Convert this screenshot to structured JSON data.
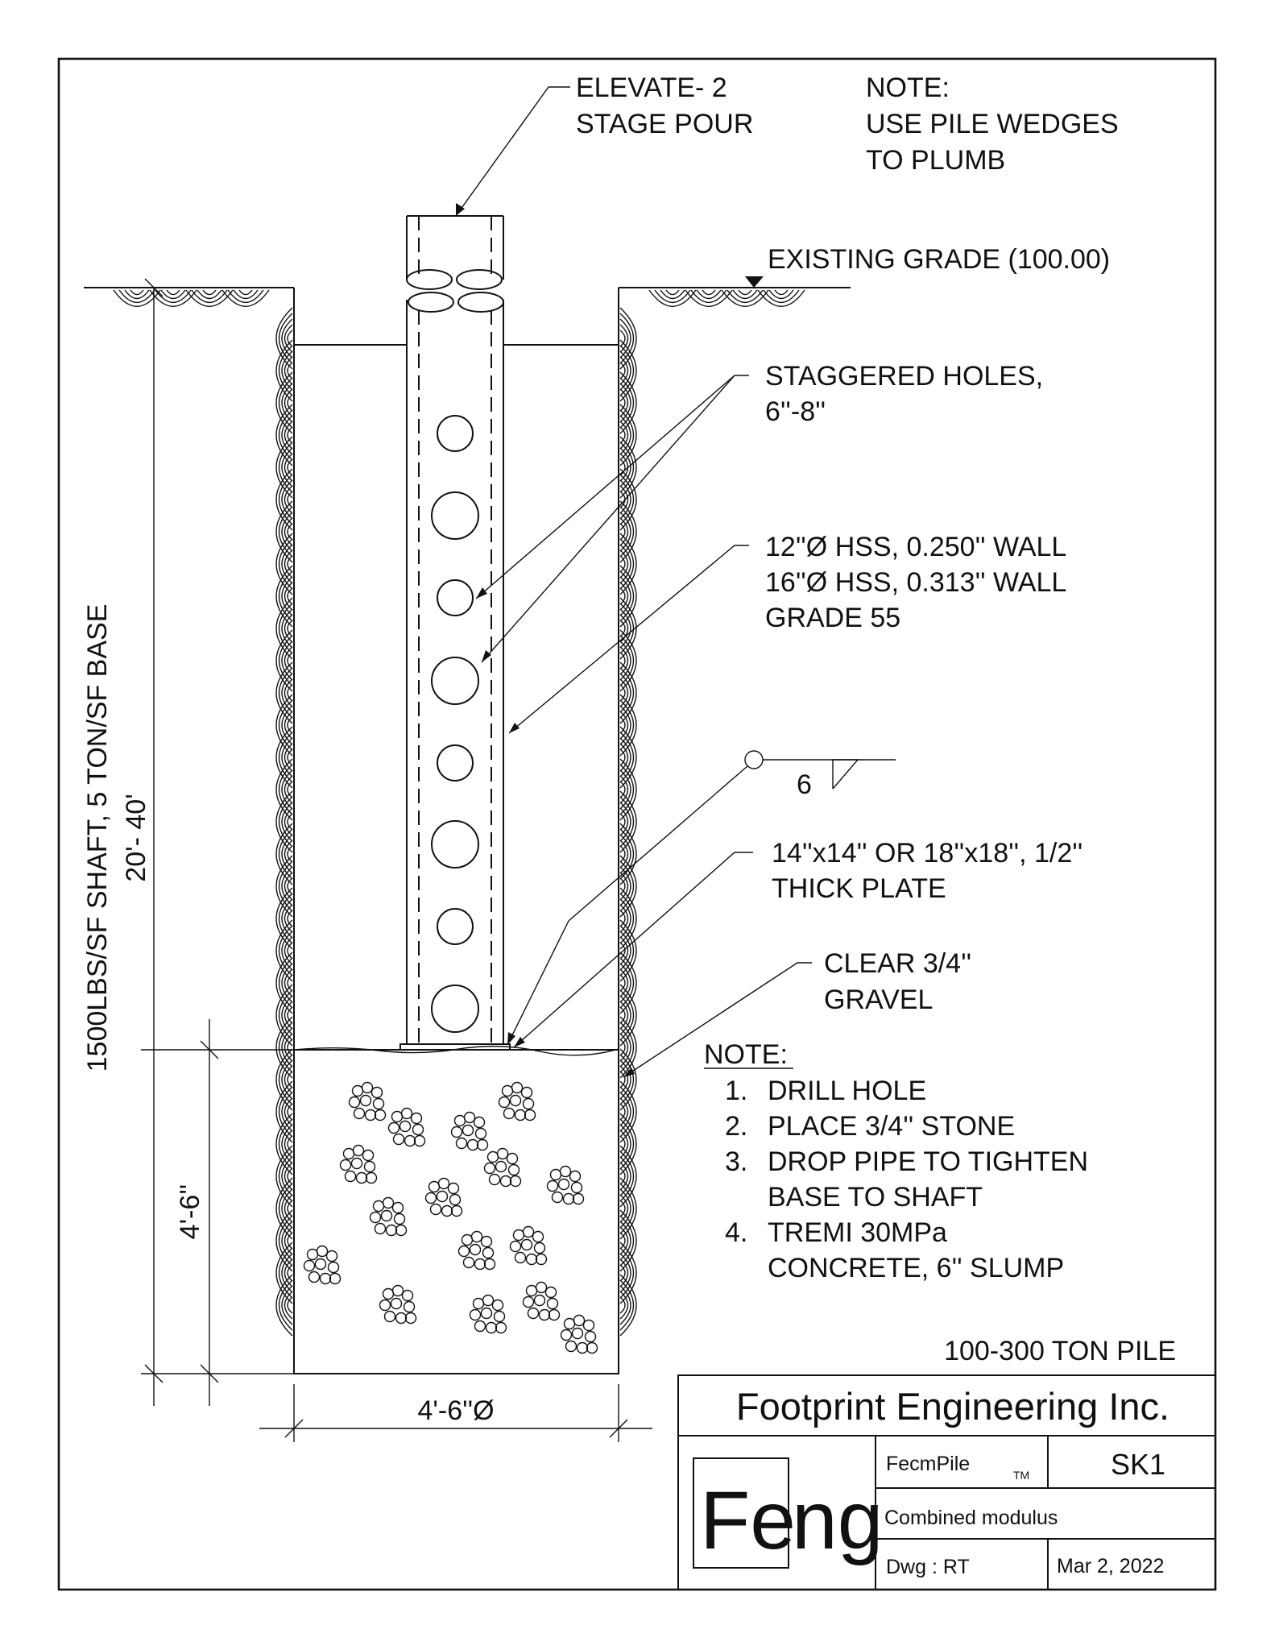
{
  "notes_top": {
    "elevate_line1": "ELEVATE- 2",
    "elevate_line2": "STAGE POUR",
    "note_title": "NOTE:",
    "note_line1": "USE PILE WEDGES",
    "note_line2": "TO PLUMB"
  },
  "grade_label": "EXISTING GRADE (100.00)",
  "callouts": {
    "holes_line1": "STAGGERED HOLES,",
    "holes_line2": "6''-8''",
    "hss_line1": "12''Ø HSS, 0.250'' WALL",
    "hss_line2": "16''Ø HSS, 0.313'' WALL",
    "hss_line3": "GRADE 55",
    "weld_size": "6",
    "plate_line1": "14''x14'' OR 18''x18'', 1/2''",
    "plate_line2": "THICK PLATE",
    "gravel_line1": "CLEAR 3/4''",
    "gravel_line2": "GRAVEL"
  },
  "procedure": {
    "title": "NOTE:",
    "steps": [
      {
        "num": "1.",
        "line1": "DRILL HOLE",
        "line2": ""
      },
      {
        "num": "2.",
        "line1": "PLACE 3/4'' STONE",
        "line2": ""
      },
      {
        "num": "3.",
        "line1": "DROP PIPE TO TIGHTEN",
        "line2": "BASE TO SHAFT"
      },
      {
        "num": "4.",
        "line1": "TREMI 30MPa",
        "line2": "CONCRETE, 6'' SLUMP"
      }
    ]
  },
  "dimensions": {
    "shaft_line1": "1500LBS/SF SHAFT, 5 TON/SF BASE",
    "shaft_line2": "20'- 40'",
    "base_height": "4'-6''",
    "base_width": "4'-6''Ø"
  },
  "pile_capacity": "100-300 TON PILE",
  "title_block": {
    "company": "Footprint Engineering Inc.",
    "logo_part1": "Fe",
    "logo_part2": "ng",
    "product": "FecmPile",
    "trademark": "TM",
    "sheet": "SK1",
    "description": "Combined modulus",
    "drawn": "Dwg : RT",
    "date": "Mar 2, 2022"
  }
}
